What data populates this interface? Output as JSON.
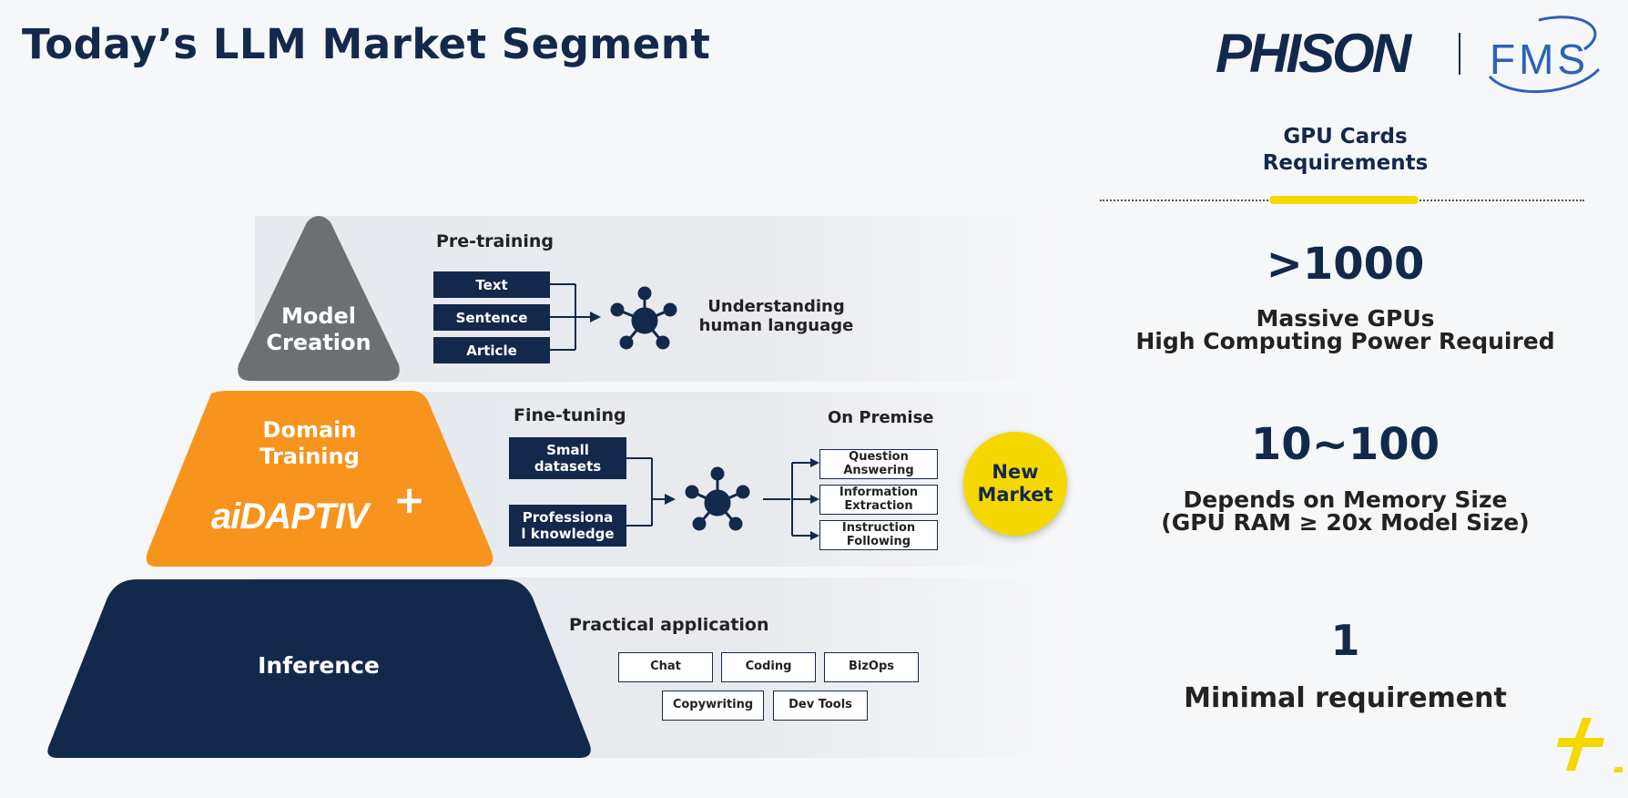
{
  "slide": {
    "title": "Today’s LLM Market Segment"
  },
  "logos": {
    "phison": "PHISON",
    "fms": "FMS"
  },
  "pyramid": {
    "creation_label": "Model\nCreation",
    "domain_label": "Domain\nTraining",
    "aidaptiv": "aiDAPTIV",
    "aidaptiv_mark": "+",
    "inference_label": "Inference",
    "colors": {
      "creation": "#6d7073",
      "domain": "#f7941d",
      "inference": "#13294b"
    }
  },
  "pretraining": {
    "title": "Pre-training",
    "inputs": [
      "Text",
      "Sentence",
      "Article"
    ],
    "result": "Understanding\nhuman language"
  },
  "finetuning": {
    "title": "Fine-tuning",
    "inputs": [
      "Small\ndatasets",
      "Professiona\nl knowledge"
    ],
    "deploy_title": "On Premise",
    "outputs": [
      "Question\nAnswering",
      "Information\nExtraction",
      "Instruction\nFollowing"
    ],
    "badge": "New\nMarket"
  },
  "inference": {
    "title": "Practical application",
    "apps_row1": [
      "Chat",
      "Coding",
      "BizOps"
    ],
    "apps_row2": [
      "Copywriting",
      "Dev Tools"
    ]
  },
  "gpu": {
    "header": "GPU Cards\nRequirements",
    "tiers": [
      {
        "value": ">1000",
        "desc": "Massive GPUs\nHigh Computing Power Required"
      },
      {
        "value": "10~100",
        "desc": "Depends on Memory Size\n(GPU RAM ≥ 20x Model Size)"
      },
      {
        "value": "1",
        "desc": "Minimal requirement"
      }
    ]
  },
  "accent_colors": {
    "navy": "#13294b",
    "yellow": "#f5d800",
    "orange": "#f7941d"
  }
}
